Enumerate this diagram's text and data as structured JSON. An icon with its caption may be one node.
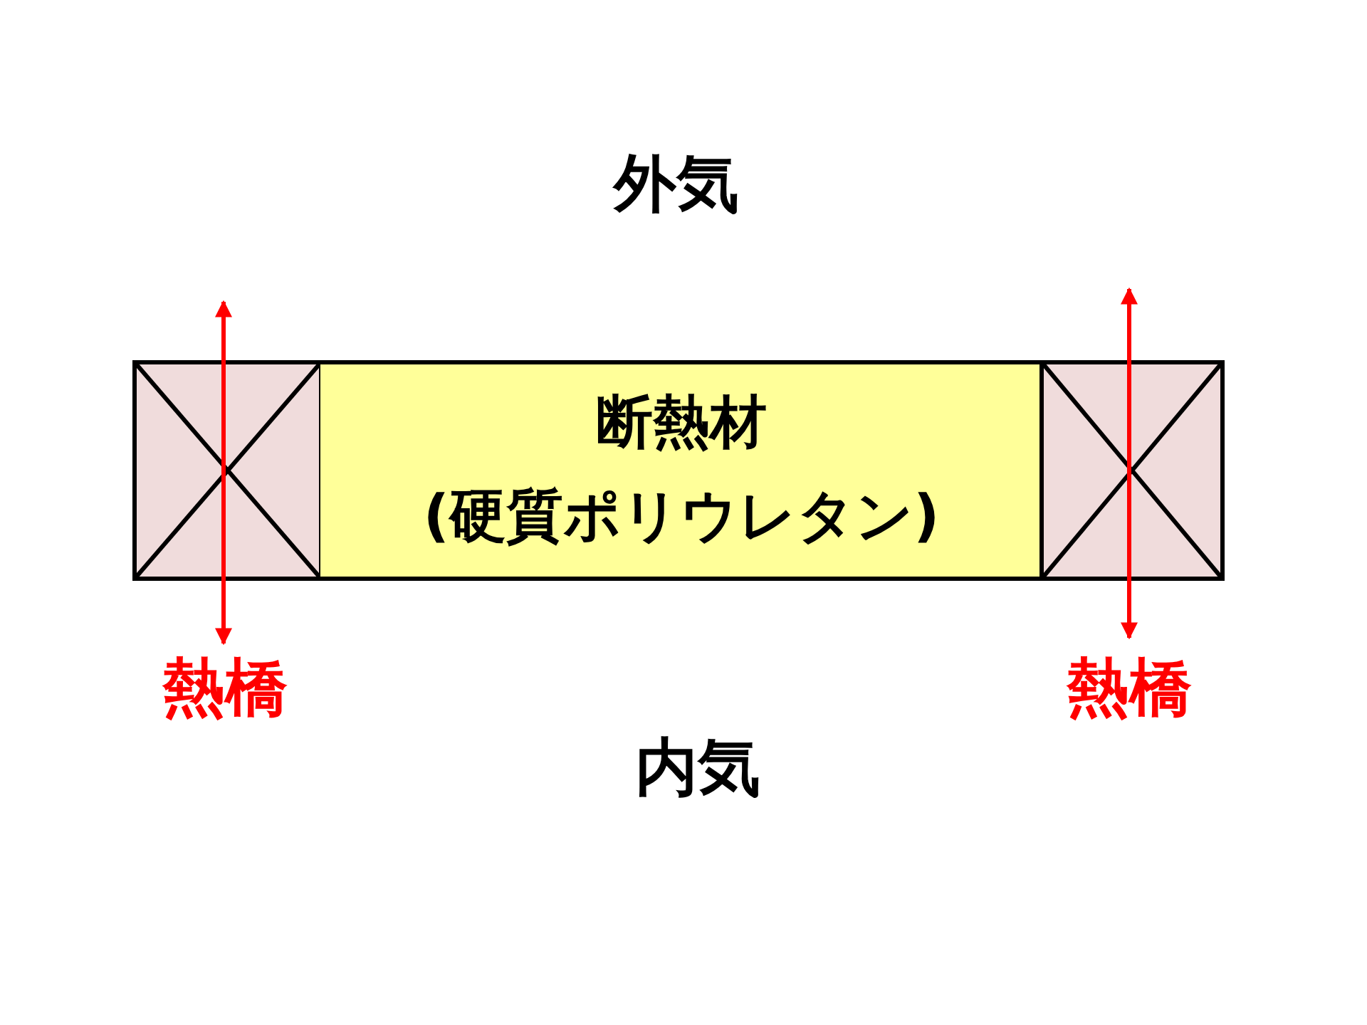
{
  "diagram": {
    "nodes": [
      {
        "text": [
          "外気"
        ]
      },
      {
        "text": [],
        "shape": "box"
      },
      {
        "text": [
          "断熱材",
          "(硬質ポリウレタン)"
        ]
      },
      {
        "text": [],
        "shape": "box"
      },
      {
        "text": [
          "内気"
        ]
      }
    ],
    "labels": [
      "熱橋",
      "熱橋"
    ]
  }
}
